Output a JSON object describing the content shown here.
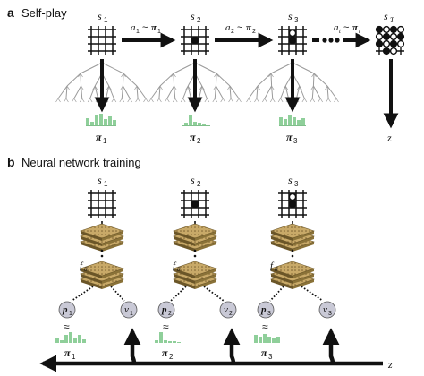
{
  "panel_a": {
    "letter": "a",
    "title": "Self-play",
    "states": [
      {
        "label": "s",
        "sub": "1"
      },
      {
        "label": "s",
        "sub": "2"
      },
      {
        "label": "s",
        "sub": "3"
      },
      {
        "label": "s",
        "sub": "T"
      }
    ],
    "actions": [
      {
        "a": "a",
        "asub": "1",
        "pi": "π",
        "pisub": "1"
      },
      {
        "a": "a",
        "asub": "2",
        "pi": "π",
        "pisub": "2"
      },
      {
        "a": "a",
        "asub": "t",
        "pi": "π",
        "pisub": "t"
      }
    ],
    "policies": [
      {
        "label": "π",
        "sub": "1"
      },
      {
        "label": "π",
        "sub": "2"
      },
      {
        "label": "π",
        "sub": "3"
      }
    ],
    "outcome": "z",
    "approx": "~"
  },
  "panel_b": {
    "letter": "b",
    "title": "Neural network training",
    "states": [
      {
        "label": "s",
        "sub": "1"
      },
      {
        "label": "s",
        "sub": "2"
      },
      {
        "label": "s",
        "sub": "3"
      }
    ],
    "network": [
      {
        "f": "f",
        "fsub": "θ",
        "p": "p",
        "psub": "1",
        "v": "v",
        "vsub": "1",
        "pi": "π",
        "pisub": "1"
      },
      {
        "f": "f",
        "fsub": "θ",
        "p": "p",
        "psub": "2",
        "v": "v",
        "vsub": "2",
        "pi": "π",
        "pisub": "2"
      },
      {
        "f": "f",
        "fsub": "θ",
        "p": "p",
        "psub": "3",
        "v": "v",
        "vsub": "3",
        "pi": "π",
        "pisub": "3"
      }
    ],
    "approx_symbol": "≈",
    "outcome": "z"
  },
  "colors": {
    "arrow": "#111111",
    "tree_line": "#9a9a9a",
    "policy_bar": "#8fcf9a",
    "layer_fill": "#c8a968",
    "layer_edge": "#6b5628",
    "head_circle": "#c9c9d6",
    "head_edge": "#555555"
  }
}
